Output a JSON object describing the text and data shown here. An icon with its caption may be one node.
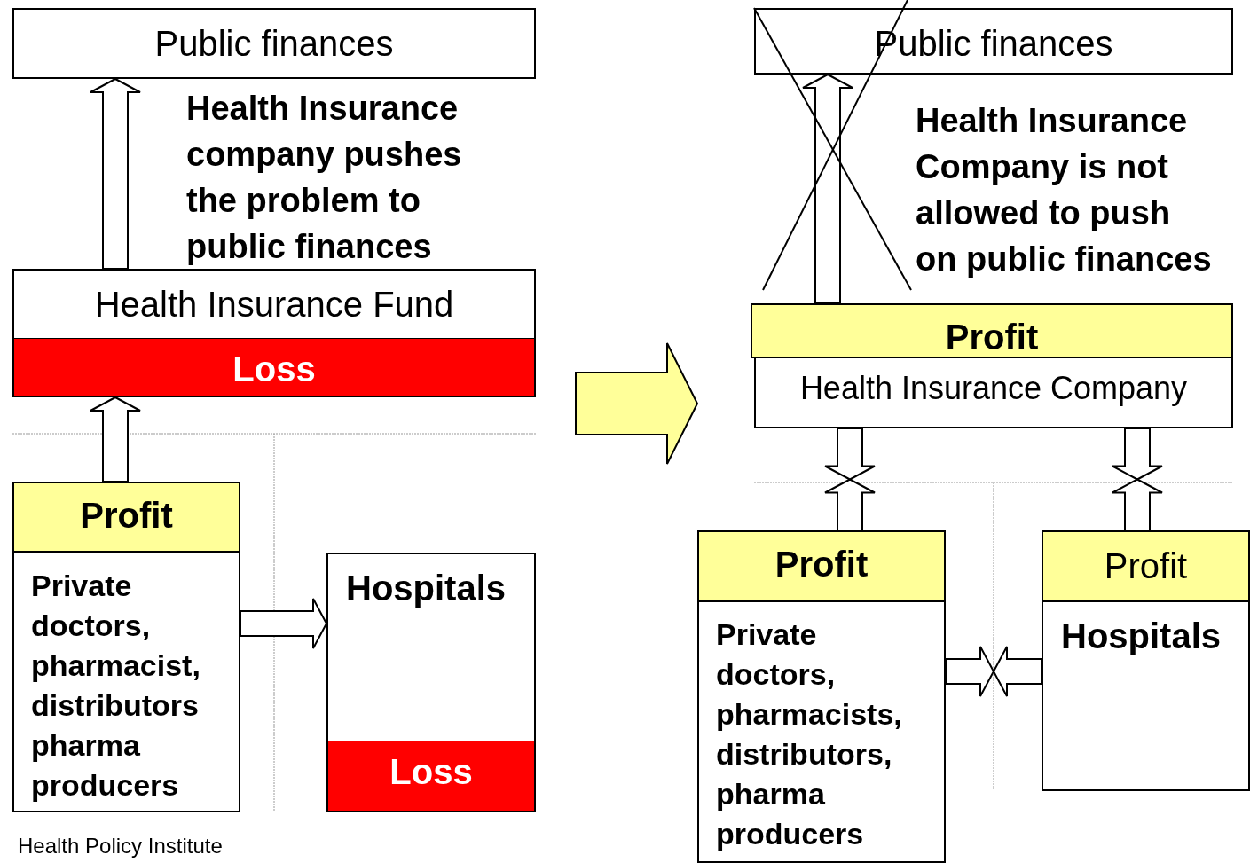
{
  "diagram": {
    "nodes": [
      {
        "text": [
          "Public finances"
        ]
      },
      {
        "text": [
          "Health Insurance Fund"
        ]
      },
      {
        "text": [
          "Loss"
        ]
      },
      {
        "text": [
          "Profit"
        ]
      },
      {
        "text": [
          "Private doctors, pharmacist, distributors pharma producers"
        ]
      },
      {
        "text": [
          "Hospitals"
        ]
      },
      {
        "text": [
          "Loss"
        ]
      },
      {
        "text": [
          "Public finances"
        ]
      },
      {
        "text": [
          "Profit"
        ]
      },
      {
        "text": [
          "Health Insurance Company"
        ]
      },
      {
        "text": [
          "Profit"
        ]
      },
      {
        "text": [
          "Private doctors, pharmacists, distributors, pharma producers"
        ]
      },
      {
        "text": [
          "Profit"
        ]
      },
      {
        "text": [
          "Hospitals"
        ]
      }
    ],
    "edges": [
      {
        "from": 1,
        "to": 0,
        "arrow": "to"
      },
      {
        "from": 3,
        "to": 2,
        "arrow": "to"
      },
      {
        "from": 4,
        "to": 5,
        "arrow": "to"
      },
      {
        "from": 8,
        "to": 7,
        "arrow": "to"
      },
      {
        "from": 9,
        "to": 10,
        "arrow": "other"
      },
      {
        "from": 9,
        "to": 12,
        "arrow": "other"
      },
      {
        "from": 11,
        "to": 13,
        "arrow": "other"
      }
    ],
    "labels": [
      "Health Insurance company pushes the problem to public finances",
      "Health Insurance Company is not allowed to push on public finances",
      "Health Policy Institute"
    ]
  }
}
